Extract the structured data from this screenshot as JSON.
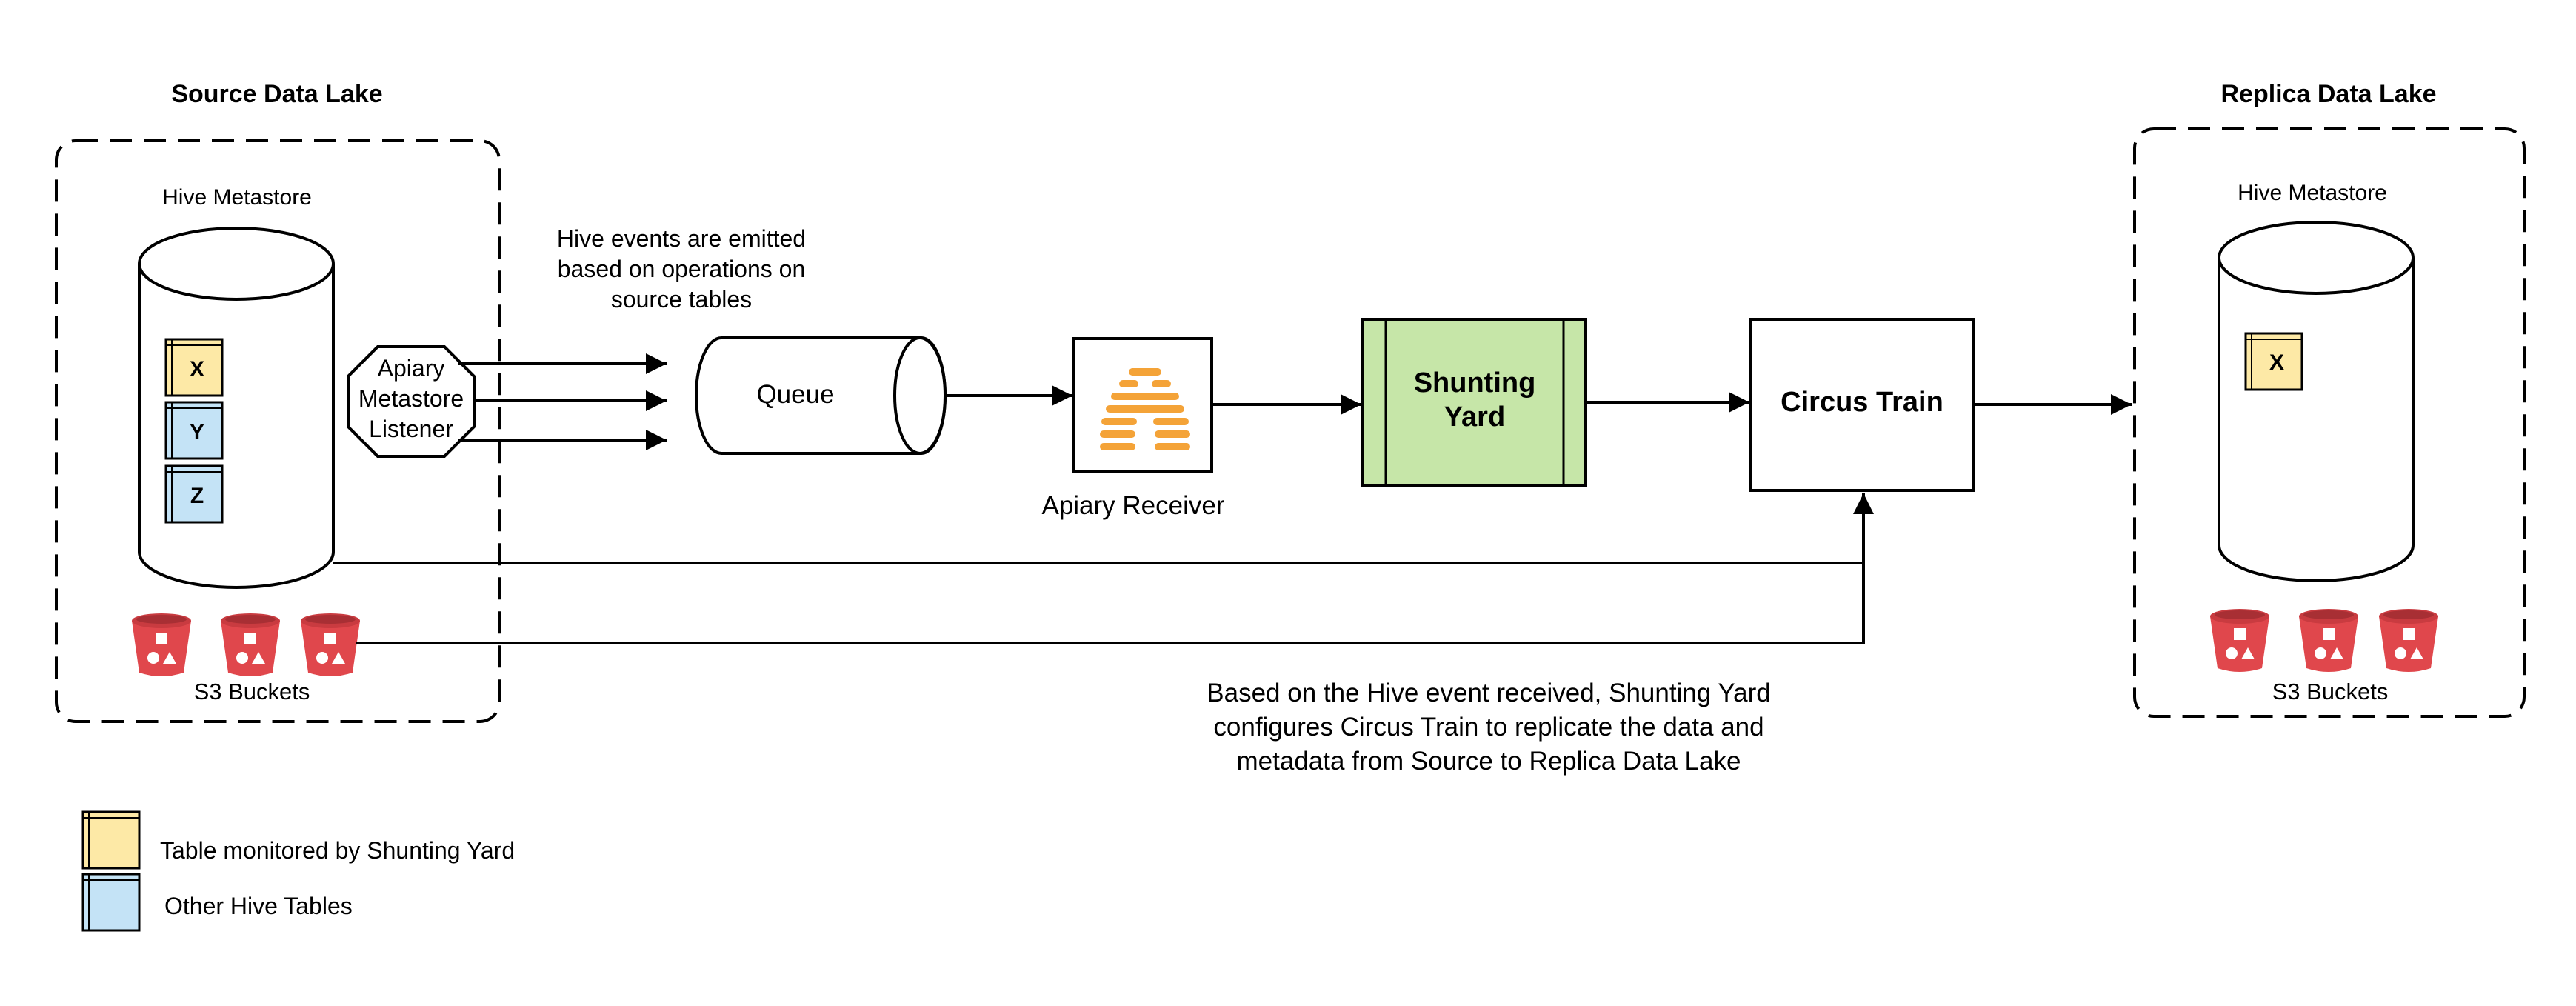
{
  "source_lake": {
    "title": "Source Data Lake",
    "metastore_label": "Hive Metastore",
    "tables": [
      "X",
      "Y",
      "Z"
    ],
    "buckets_label": "S3 Buckets",
    "listener_lines": [
      "Apiary",
      "Metastore",
      "Listener"
    ]
  },
  "events_note": [
    "Hive events are emitted",
    "based on operations on",
    "source tables"
  ],
  "queue_label": "Queue",
  "receiver_label": "Apiary Receiver",
  "shunting_yard_lines": [
    "Shunting",
    "Yard"
  ],
  "circus_train_label": "Circus Train",
  "replica_lake": {
    "title": "Replica Data Lake",
    "metastore_label": "Hive Metastore",
    "tables": [
      "X"
    ],
    "buckets_label": "S3 Buckets"
  },
  "replication_note": [
    "Based on the Hive event received, Shunting Yard",
    "configures Circus Train to replicate the data and",
    "metadata from Source to Replica Data Lake"
  ],
  "legend": [
    {
      "label": "Table monitored by Shunting Yard",
      "color": "#fde9a6"
    },
    {
      "label": "Other Hive Tables",
      "color": "#c4e3f6"
    }
  ],
  "colors": {
    "monitored_table": "#fde9a6",
    "other_table": "#c4e3f6",
    "shunting_yard_fill": "#c6e6a8",
    "bucket_red": "#e0474c",
    "apiary_orange": "#f4a338"
  }
}
